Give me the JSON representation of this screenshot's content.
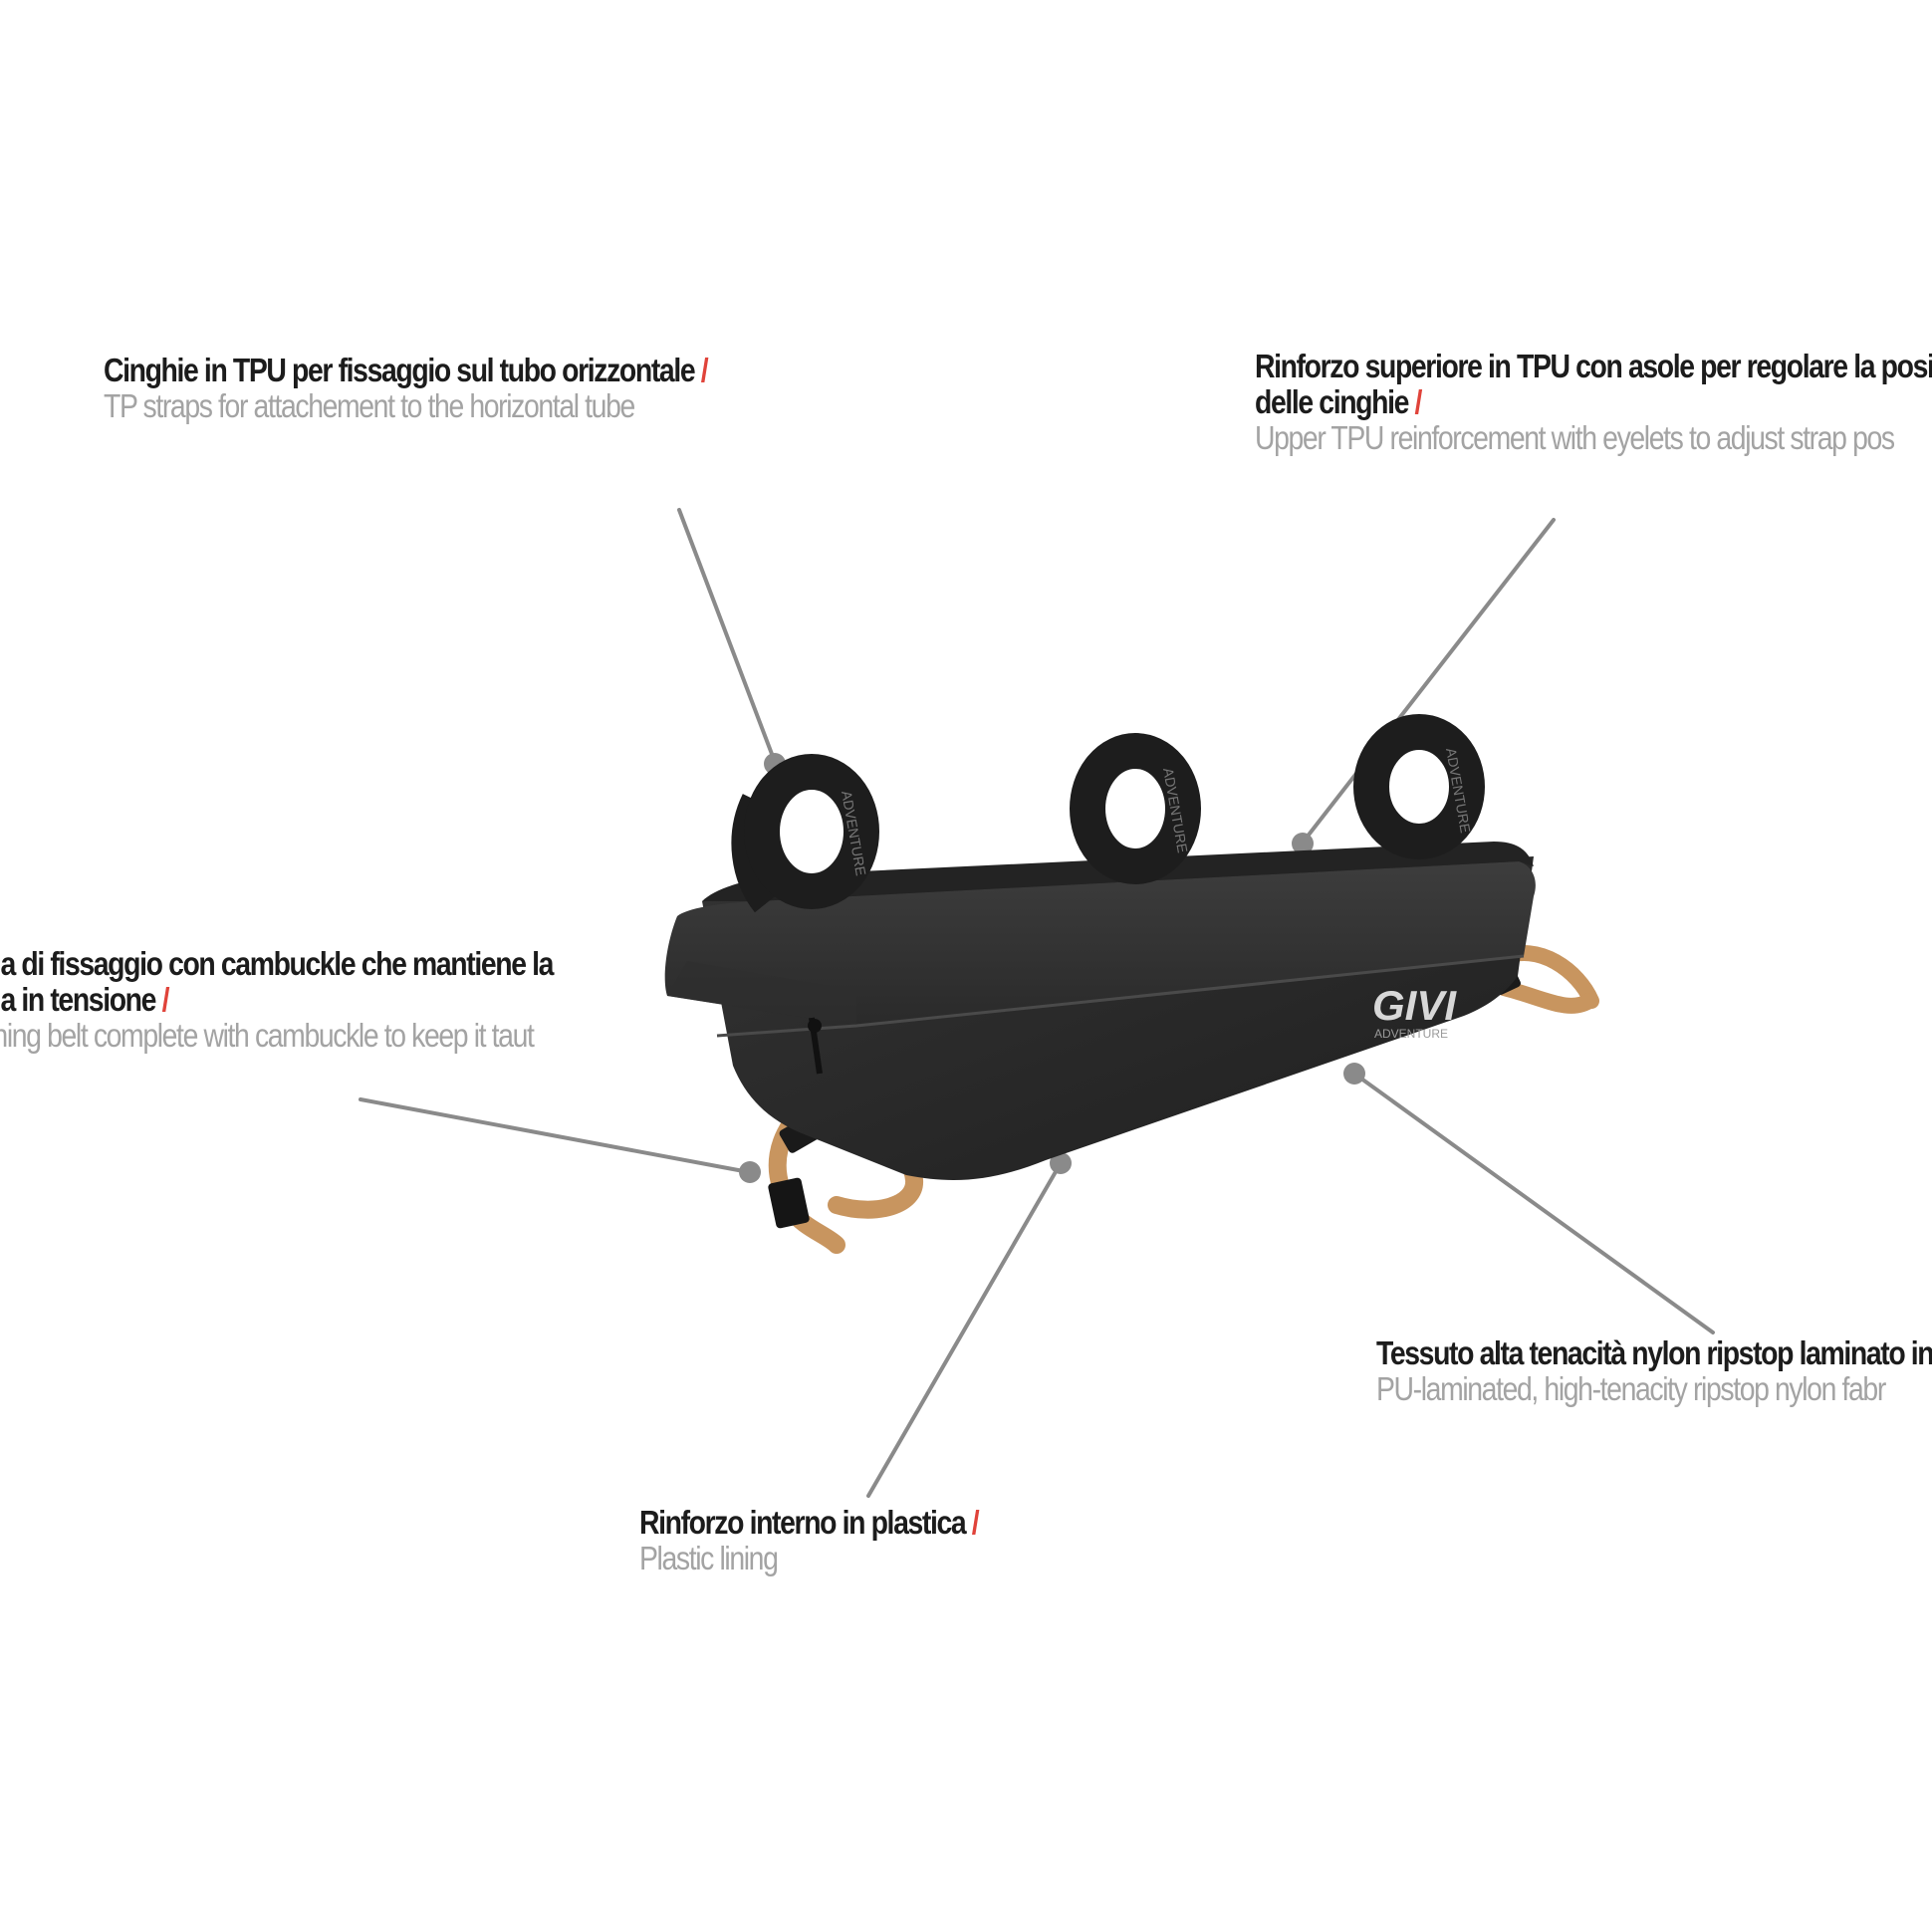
{
  "callouts": {
    "top_straps": {
      "it_lines": [
        "Cinghie in TPU per fissaggio sul tubo orizzontale"
      ],
      "en_lines": [
        "TP straps for attachement to the horizontal tube"
      ]
    },
    "top_reinforcement": {
      "it_lines": [
        "Rinforzo superiore in TPU con asole per regolare la posiz",
        "delle cinghie"
      ],
      "en_lines": [
        "Upper TPU reinforcement with eyelets to adjust strap pos"
      ]
    },
    "fastening_belt": {
      "it_lines": [
        "hia di fissaggio con cambuckle che mantiene la",
        "hia in tensione"
      ],
      "en_lines": [
        "ening belt complete with cambuckle to keep it taut"
      ]
    },
    "fabric": {
      "it_lines": [
        "Tessuto alta tenacità nylon ripstop laminato in P"
      ],
      "en_lines": [
        "PU-laminated, high-tenacity ripstop nylon fabr"
      ]
    },
    "plastic_lining": {
      "it_lines": [
        "Rinforzo interno in plastica"
      ],
      "en_lines": [
        "Plastic lining"
      ]
    },
    "separator": "/"
  },
  "product": {
    "logo_text": "GIVI",
    "sub_logo_text": "ADVENTURE",
    "strap_print": "ADVENTURE"
  },
  "colors": {
    "separator": "#e0433a",
    "italian_text": "#1c1c1c",
    "english_text": "#a3a3a3",
    "leader_line": "#8a8a8a",
    "bag_body": "#2b2b2b",
    "strap_tan": "#c8955f"
  }
}
